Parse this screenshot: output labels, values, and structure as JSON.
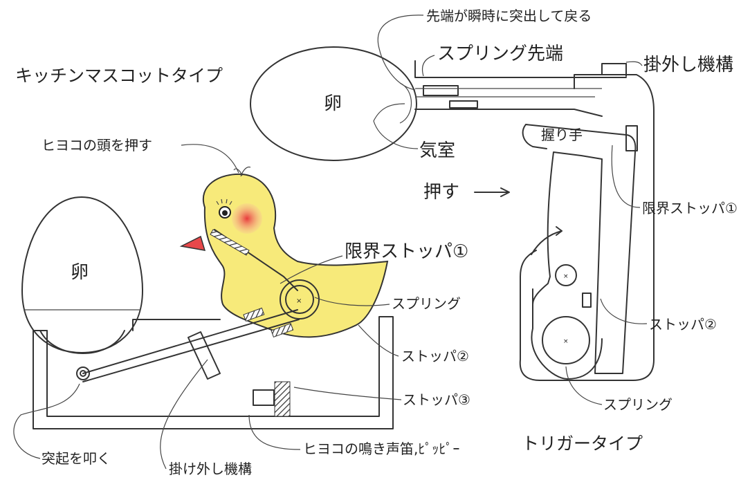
{
  "kitchen": {
    "title": "キッチンマスコットタイプ",
    "egg": "卵",
    "labels": {
      "push_head": "ヒヨコの頭を押す",
      "limit_stopper": "限界ストッパ①",
      "spring": "スプリング",
      "stopper2": "ストッパ②",
      "stopper3": "ストッパ③",
      "whistle": "ヒヨコの鳴き声笛,ﾋﾟｯﾋﾟｰ",
      "release": "掛け外し機構",
      "strike": "突起を叩く"
    }
  },
  "trigger": {
    "title": "トリガータイプ",
    "egg": "卵",
    "labels": {
      "tip_action": "先端が瞬時に突出して戻る",
      "spring_tip": "スプリング先端",
      "release": "掛外し機構",
      "air_cell": "気室",
      "grip": "握り手",
      "push": "押す",
      "limit_stopper": "限界ストッパ①",
      "stopper2": "ストッパ②",
      "spring": "スプリング"
    }
  },
  "colors": {
    "chick_body": "#f7ea7a",
    "chick_cheek": "#f07070",
    "chick_beak": "#e8484a",
    "line": "#333333"
  }
}
